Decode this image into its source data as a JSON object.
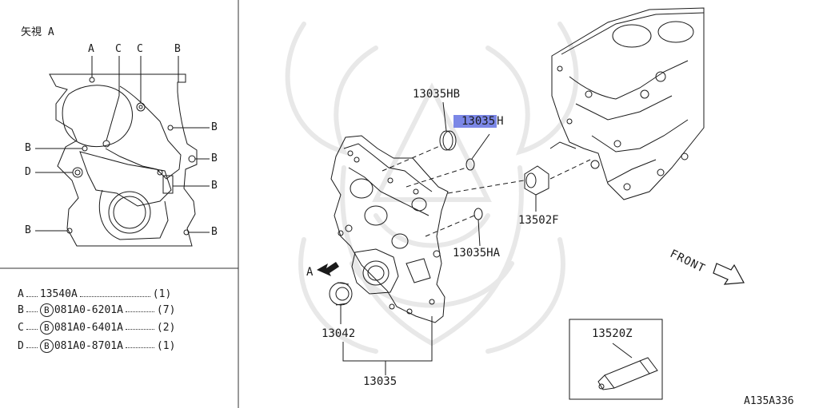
{
  "colors": {
    "line": "#1a1a1a",
    "watermark": "#e8e8e8",
    "highlight": "#7b87e6"
  },
  "view": {
    "title": "矢視 A",
    "top_letters": [
      "A",
      "C",
      "C",
      "B"
    ],
    "side_letters_left": [
      "B",
      "D",
      "B"
    ],
    "side_letters_right": [
      "B",
      "B",
      "B",
      "B"
    ]
  },
  "legend": [
    {
      "key": "A",
      "bolt": "",
      "part": "13540A",
      "qty": "(1)"
    },
    {
      "key": "B",
      "bolt": "B",
      "part": "081A0-6201A",
      "qty": "(7)"
    },
    {
      "key": "C",
      "bolt": "B",
      "part": "081A0-6401A",
      "qty": "(2)"
    },
    {
      "key": "D",
      "bolt": "B",
      "part": "081A0-8701A",
      "qty": "(1)"
    }
  ],
  "callouts": {
    "hb": "13035HB",
    "h_highlighted": "13035",
    "h_suffix": "H",
    "ha": "13035HA",
    "f502": "13502F",
    "seal": "13042",
    "cover": "13035",
    "tube": "13520Z",
    "arrow_a": "A",
    "front": "FRONT"
  },
  "ref_code": "A135A336"
}
